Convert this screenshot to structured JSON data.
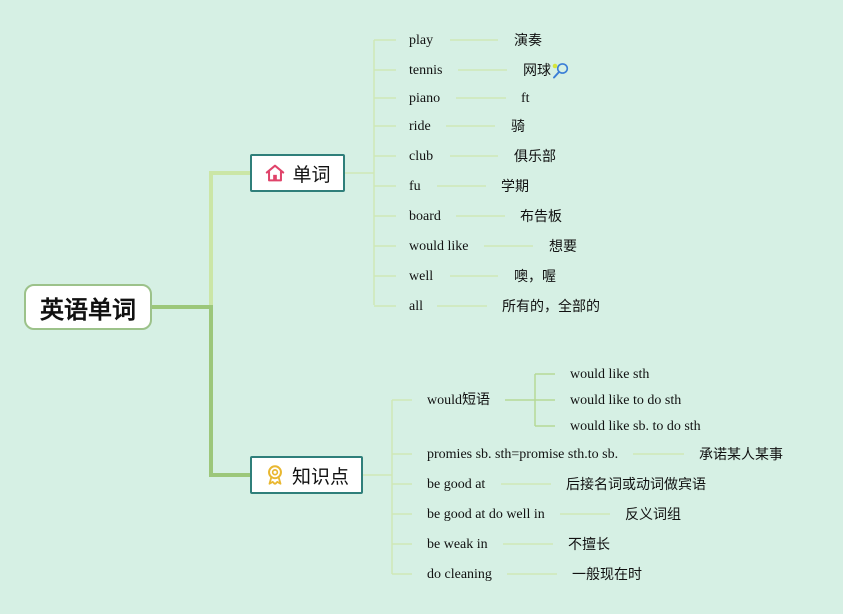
{
  "root": {
    "label": "英语单词"
  },
  "branches": [
    {
      "label": "单词",
      "icon": "house-icon",
      "icon_color": "#e0436a",
      "items": [
        {
          "en": "play",
          "cn": "演奏"
        },
        {
          "en": "tennis",
          "cn": "网球"
        },
        {
          "en": "piano",
          "cn": "ft"
        },
        {
          "en": "ride",
          "cn": "骑"
        },
        {
          "en": "club",
          "cn": "俱乐部"
        },
        {
          "en": "fu",
          "cn": "学期"
        },
        {
          "en": "board",
          "cn": "布告板"
        },
        {
          "en": "would like",
          "cn": "想要"
        },
        {
          "en": "well",
          "cn": "噢，喔"
        },
        {
          "en": "all",
          "cn": "所有的，全部的"
        }
      ]
    },
    {
      "label": "知识点",
      "icon": "award-ribbon-icon",
      "icon_color": "#e9b730",
      "items": [
        {
          "en": "would短语",
          "children": [
            "would like sth",
            "would like to do sth",
            "would like sb. to do sth"
          ]
        },
        {
          "en": "promies sb. sth=promise sth.to sb.",
          "cn": "承诺某人某事"
        },
        {
          "en": "be good at",
          "cn": "后接名词或动词做宾语"
        },
        {
          "en": "be good at do well in",
          "cn": "反义词组"
        },
        {
          "en": "be weak in",
          "cn": "不擅长"
        },
        {
          "en": "do cleaning",
          "cn": "一般现在时"
        }
      ]
    }
  ],
  "colors": {
    "background": "#d6f0e4",
    "trunk": "#9cc77a",
    "branch_border": "#2f7f7a",
    "connector": "#c2e4a8"
  }
}
